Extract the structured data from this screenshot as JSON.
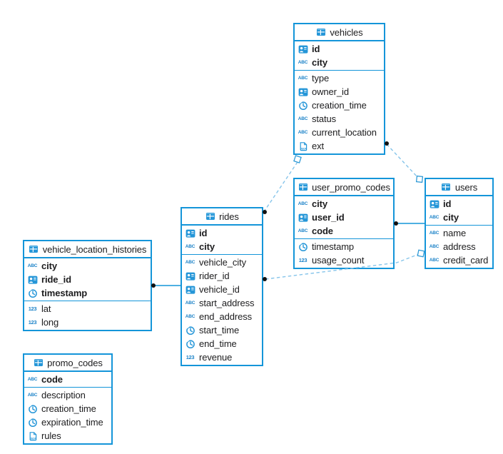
{
  "colors": {
    "table_border": "#1495d9",
    "icon_blue": "#1b82c8",
    "solid_line": "#1495d9",
    "dashed_line": "#85c4ea",
    "endpoint_dot": "#111111",
    "text": "#1c1c1e"
  },
  "icon_labels": {
    "text": "ABC",
    "number": "123",
    "json": "JSON"
  },
  "tables": {
    "vehicles": {
      "title": "vehicles",
      "key_fields": [
        {
          "name": "id",
          "icon": "id-icon"
        },
        {
          "name": "city",
          "icon": "text-icon"
        }
      ],
      "fields": [
        {
          "name": "type",
          "icon": "text-icon"
        },
        {
          "name": "owner_id",
          "icon": "id-icon"
        },
        {
          "name": "creation_time",
          "icon": "time-icon"
        },
        {
          "name": "status",
          "icon": "text-icon"
        },
        {
          "name": "current_location",
          "icon": "text-icon"
        },
        {
          "name": "ext",
          "icon": "json-icon"
        }
      ]
    },
    "user_promo_codes": {
      "title": "user_promo_codes",
      "key_fields": [
        {
          "name": "city",
          "icon": "text-icon"
        },
        {
          "name": "user_id",
          "icon": "id-icon"
        },
        {
          "name": "code",
          "icon": "text-icon"
        }
      ],
      "fields": [
        {
          "name": "timestamp",
          "icon": "time-icon"
        },
        {
          "name": "usage_count",
          "icon": "number-icon"
        }
      ]
    },
    "users": {
      "title": "users",
      "key_fields": [
        {
          "name": "id",
          "icon": "id-icon"
        },
        {
          "name": "city",
          "icon": "text-icon"
        }
      ],
      "fields": [
        {
          "name": "name",
          "icon": "text-icon"
        },
        {
          "name": "address",
          "icon": "text-icon"
        },
        {
          "name": "credit_card",
          "icon": "text-icon"
        }
      ]
    },
    "rides": {
      "title": "rides",
      "key_fields": [
        {
          "name": "id",
          "icon": "id-icon"
        },
        {
          "name": "city",
          "icon": "text-icon"
        }
      ],
      "fields": [
        {
          "name": "vehicle_city",
          "icon": "text-icon"
        },
        {
          "name": "rider_id",
          "icon": "id-icon"
        },
        {
          "name": "vehicle_id",
          "icon": "id-icon"
        },
        {
          "name": "start_address",
          "icon": "text-icon"
        },
        {
          "name": "end_address",
          "icon": "text-icon"
        },
        {
          "name": "start_time",
          "icon": "time-icon"
        },
        {
          "name": "end_time",
          "icon": "time-icon"
        },
        {
          "name": "revenue",
          "icon": "number-icon"
        }
      ]
    },
    "vehicle_location_histories": {
      "title": "vehicle_location_histories",
      "key_fields": [
        {
          "name": "city",
          "icon": "text-icon"
        },
        {
          "name": "ride_id",
          "icon": "id-icon"
        },
        {
          "name": "timestamp",
          "icon": "time-icon"
        }
      ],
      "fields": [
        {
          "name": "lat",
          "icon": "number-icon"
        },
        {
          "name": "long",
          "icon": "number-icon"
        }
      ]
    },
    "promo_codes": {
      "title": "promo_codes",
      "key_fields": [
        {
          "name": "code",
          "icon": "text-icon"
        }
      ],
      "fields": [
        {
          "name": "description",
          "icon": "text-icon"
        },
        {
          "name": "creation_time",
          "icon": "time-icon"
        },
        {
          "name": "expiration_time",
          "icon": "time-icon"
        },
        {
          "name": "rules",
          "icon": "json-icon"
        }
      ]
    }
  },
  "relationships": [
    {
      "from": "rides",
      "to": "vehicles",
      "style": "dashed"
    },
    {
      "from": "vehicles",
      "to": "users",
      "style": "dashed"
    },
    {
      "from": "rides",
      "to": "users",
      "style": "dashed"
    },
    {
      "from": "user_promo_codes",
      "to": "users",
      "style": "solid"
    },
    {
      "from": "vehicle_location_histories",
      "to": "rides",
      "style": "solid"
    }
  ]
}
